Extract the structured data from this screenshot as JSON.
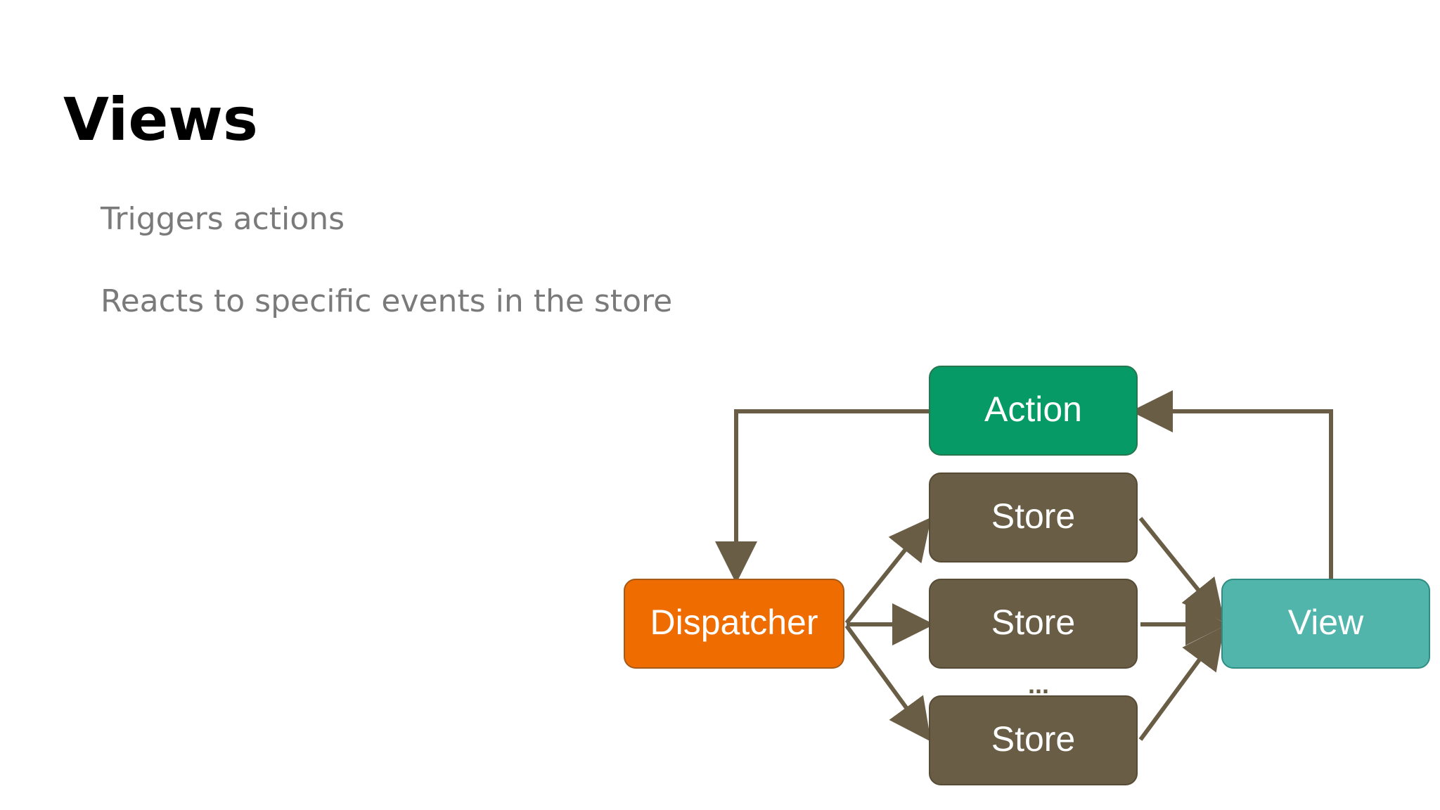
{
  "slide": {
    "title": "Views",
    "bullets": [
      "Triggers actions",
      "Reacts to specific events in the store"
    ]
  },
  "diagram": {
    "nodes": {
      "action": "Action",
      "store_top": "Store",
      "store_middle": "Store",
      "store_bottom": "Store",
      "dispatcher": "Dispatcher",
      "view": "View"
    },
    "ellipsis": "...",
    "colors": {
      "action": "#059a66",
      "store": "#695d46",
      "dispatcher": "#ef6c00",
      "view": "#51b5ab",
      "connector": "#6a5d45"
    }
  }
}
